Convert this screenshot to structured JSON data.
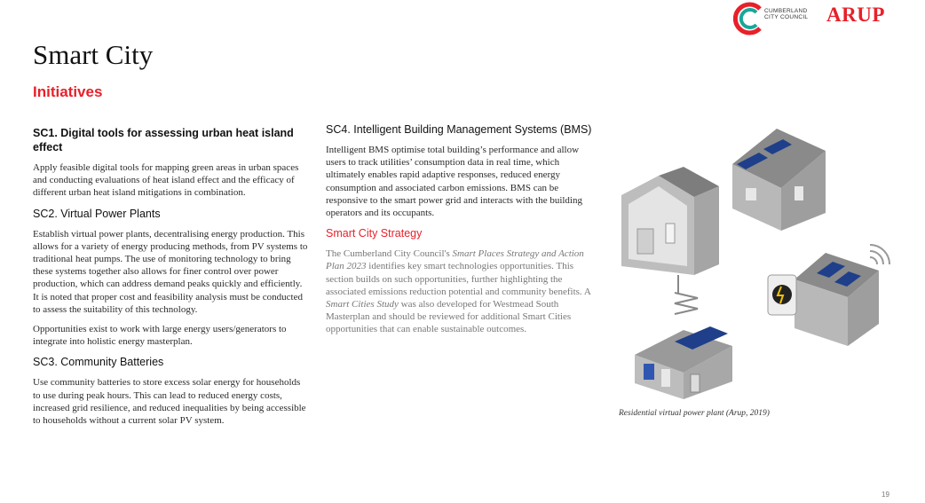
{
  "header": {
    "council_name_line1": "CUMBERLAND",
    "council_name_line2": "CITY COUNCIL",
    "arup_logo": "ARUP"
  },
  "title": "Smart City",
  "subtitle": "Initiatives",
  "sc1": {
    "heading": "SC1. Digital tools for assessing urban heat island effect",
    "body": "Apply feasible  digital tools for mapping green areas in urban spaces and conducting evaluations of heat island effect and the efficacy of different urban heat island mitigations in combination."
  },
  "sc2": {
    "heading": "SC2. Virtual Power Plants",
    "body1": "Establish virtual power plants, decentralising energy production. This allows for a variety of energy producing methods, from PV systems to traditional heat pumps. The use of monitoring technology to bring these systems together also allows for finer control over power production, which can address demand peaks quickly and efficiently. It is noted that proper cost and feasibility analysis must be conducted to assess the suitability of this technology.",
    "body2": "Opportunities exist to work with large energy users/generators to integrate into holistic energy masterplan."
  },
  "sc3": {
    "heading": "SC3. Community Batteries",
    "body": "Use community batteries to store excess solar energy for households to use during peak hours. This can lead to reduced energy costs, increased grid resilience, and reduced inequalities by being accessible to households without a current solar PV system."
  },
  "sc4": {
    "heading": "SC4. Intelligent Building Management Systems (BMS)",
    "body": "Intelligent BMS optimise total building’s performance and allow users to track utilities’ consumption data in real time, which ultimately enables rapid adaptive responses, reduced energy consumption and associated carbon emissions. BMS can be responsive to the smart power grid and interacts with the building operators and its occupants."
  },
  "strategy": {
    "heading": "Smart City Strategy",
    "text_a": "The Cumberland City Council's ",
    "italic_a": "Smart Places Strategy and Action Plan 2023",
    "text_b": " identifies key smart technologies opportunities. This section builds on such opportunities, further highlighting the associated emissions reduction potential and community benefits. A ",
    "italic_b": "Smart Cities Study",
    "text_c": " was also developed for Westmead South Masterplan and should be reviewed for additional Smart Cities opportunities that can enable sustainable outcomes."
  },
  "figure": {
    "caption": "Residential virtual power plant (Arup, 2019)"
  },
  "page_number": "19",
  "colors": {
    "accent_red": "#e8202a",
    "logo_teal": "#17a89a",
    "house_gray": "#8a8a8a",
    "panel_blue": "#1f3f8a"
  }
}
